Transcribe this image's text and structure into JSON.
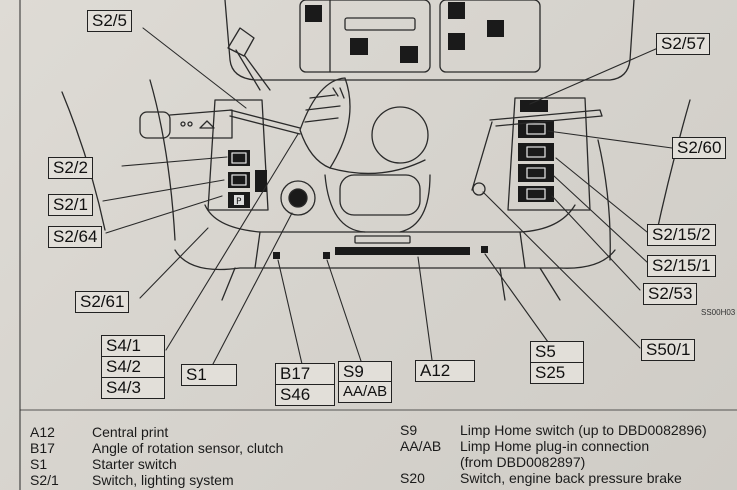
{
  "labels": {
    "s2_5": "S2/5",
    "s2_57": "S2/57",
    "s2_60": "S2/60",
    "s2_2": "S2/2",
    "s2_1": "S2/1",
    "s2_64": "S2/64",
    "s2_15_2": "S2/15/2",
    "s2_15_1": "S2/15/1",
    "s2_53": "S2/53",
    "s2_61": "S2/61",
    "s50_1": "S50/1",
    "s4_1": "S4/1",
    "s4_2": "S4/2",
    "s4_3": "S4/3",
    "s1": "S1",
    "b17": "B17",
    "s46": "S46",
    "s9": "S9",
    "aa_ab": "AA/AB",
    "a12": "A12",
    "s5": "S5",
    "s25": "S25"
  },
  "drawing_code": "SS00H03",
  "legend_left": [
    {
      "code": "A12",
      "desc": "Central print"
    },
    {
      "code": "B17",
      "desc": "Angle of rotation sensor, clutch"
    },
    {
      "code": "S1",
      "desc": "Starter switch"
    },
    {
      "code": "S2/1",
      "desc": "Switch, lighting system"
    }
  ],
  "legend_right": [
    {
      "code": "S9",
      "desc": "Limp Home switch (up to DBD0082896)"
    },
    {
      "code": "AA/AB",
      "desc": "Limp Home plug-in connection"
    },
    {
      "code": "",
      "desc": "(from DBD0082897)"
    },
    {
      "code": "S20",
      "desc": "Switch, engine back pressure brake"
    }
  ]
}
